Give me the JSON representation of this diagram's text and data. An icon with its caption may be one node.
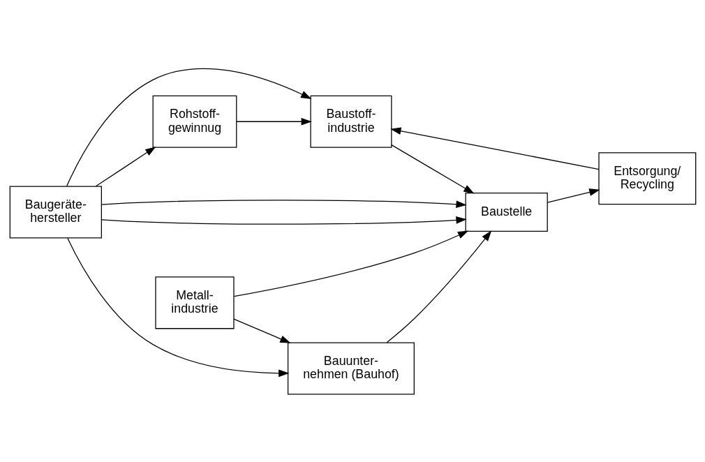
{
  "diagram": {
    "nodes": [
      {
        "text": [
          "Rohstoff- gewinnug"
        ]
      },
      {
        "text": [
          "Baustoff- industrie"
        ]
      },
      {
        "text": [
          "Baugeräte- hersteller"
        ]
      },
      {
        "text": [
          "Bauunter- nehmen (Bauhof)"
        ]
      },
      {
        "text": [
          "Baustelle"
        ]
      },
      {
        "text": [
          "Entsorgung/ Recycling"
        ]
      },
      {
        "text": [
          "Metall- industrie"
        ]
      }
    ],
    "edges": [
      {
        "from": 0,
        "to": 1,
        "arrow": "to"
      },
      {
        "from": 2,
        "to": 0,
        "arrow": "to"
      },
      {
        "from": 2,
        "to": 1,
        "arrow": "to"
      },
      {
        "from": 1,
        "to": 4,
        "arrow": "to"
      },
      {
        "from": 2,
        "to": 4,
        "arrow": "to"
      },
      {
        "from": 2,
        "to": 3,
        "arrow": "to"
      },
      {
        "from": 2,
        "to": 4,
        "arrow": "to"
      },
      {
        "from": 3,
        "to": 4,
        "arrow": "to"
      },
      {
        "from": 4,
        "to": 5,
        "arrow": "to"
      },
      {
        "from": 5,
        "to": 1,
        "arrow": "to"
      },
      {
        "from": 6,
        "to": 3,
        "arrow": "to"
      },
      {
        "from": 6,
        "to": 4,
        "arrow": "to"
      }
    ]
  }
}
